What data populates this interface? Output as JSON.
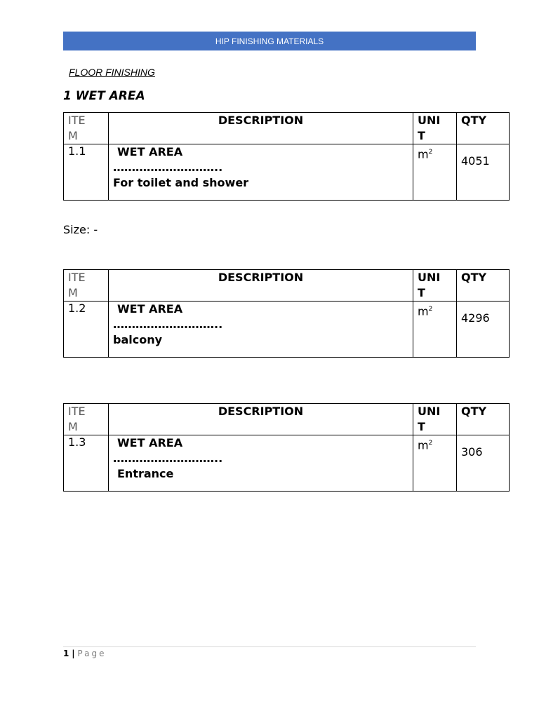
{
  "header": {
    "title": "HIP FINISHING MATERIALS"
  },
  "section": {
    "title": "FLOOR FINISHING"
  },
  "subsection": {
    "title": "1 WET AREA"
  },
  "columns": {
    "item": "ITEM",
    "description": "DESCRIPTION",
    "unit": "UNIT",
    "qty": "QTY"
  },
  "size_label": "Size: -",
  "tables": [
    {
      "item": "1.1",
      "line1": "WET AREA",
      "line2": "………………………..",
      "line3": "For toilet and shower",
      "unit": "m",
      "unit_sup": "2",
      "qty": "4051"
    },
    {
      "item": "1.2",
      "line1": "WET AREA",
      "line2": "………………………..",
      "line3": "balcony",
      "unit": "m",
      "unit_sup": "2",
      "qty": "4296"
    },
    {
      "item": "1.3",
      "line1": "WET AREA",
      "line2": "………………………..",
      "line3": "Entrance",
      "unit": "m",
      "unit_sup": "2",
      "qty": "306"
    }
  ],
  "footer": {
    "page_number": "1",
    "separator": "|",
    "page_label": "Page"
  }
}
